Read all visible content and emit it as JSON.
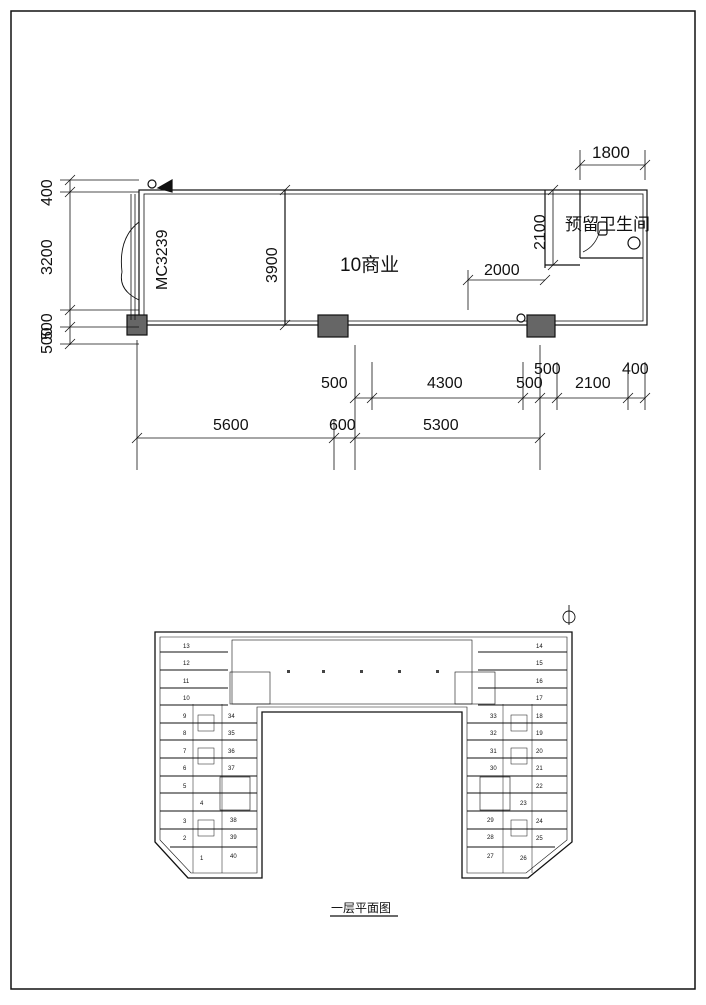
{
  "unit": {
    "label": "10商业",
    "door": "MC3239",
    "washroom": "预留卫生间",
    "dims": {
      "top_bath_width": "1800",
      "left_top": "400",
      "left_mid": "3200",
      "left_bot1": "500",
      "left_bot2": "500",
      "room_depth": "3900",
      "bath_depth": "2100",
      "bath_offset": "2000",
      "bottom_row1": [
        "500",
        "4300",
        "500",
        "2100",
        "400"
      ],
      "bottom_row1_extra": "500",
      "bottom_row2": [
        "5600",
        "600",
        "5300"
      ]
    }
  },
  "floorplan": {
    "title": "一层平面图",
    "left_units": [
      "13",
      "12",
      "11",
      "10",
      "9",
      "8",
      "7",
      "6",
      "5",
      "4",
      "3",
      "2",
      "1"
    ],
    "left_inner_units": [
      "34",
      "35",
      "36",
      "37",
      "38",
      "39",
      "40"
    ],
    "right_units": [
      "14",
      "15",
      "16",
      "17",
      "18",
      "19",
      "20",
      "21",
      "22",
      "23",
      "24",
      "25",
      "26"
    ],
    "right_inner_units": [
      "33",
      "32",
      "31",
      "30",
      "29",
      "28",
      "27"
    ]
  }
}
